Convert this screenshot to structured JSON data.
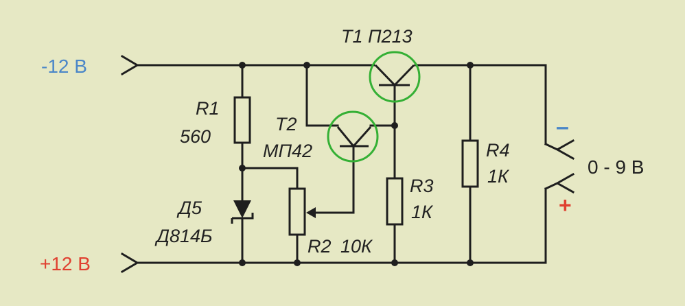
{
  "inputs": {
    "neg_label": "-12 В",
    "pos_label": "+12 В",
    "neg_color": "#4a86c8",
    "pos_color": "#e04030"
  },
  "output": {
    "label": "0 - 9 В",
    "minus": "–",
    "plus": "+",
    "minus_color": "#4a86c8",
    "plus_color": "#e04030"
  },
  "components": {
    "r1": {
      "ref": "R1",
      "value": "560"
    },
    "d5": {
      "ref": "Д5",
      "value": "Д814Б"
    },
    "r2": {
      "ref": "R2",
      "value": "10К"
    },
    "t1": {
      "label": "Т1 П213"
    },
    "t2": {
      "ref": "Т2",
      "value": "МП42"
    },
    "r3": {
      "ref": "R3",
      "value": "1К"
    },
    "r4": {
      "ref": "R4",
      "value": "1К"
    }
  },
  "colors": {
    "background": "#e6e8c4",
    "wire": "#1e1e1e",
    "transistor_highlight": "#35b035"
  }
}
